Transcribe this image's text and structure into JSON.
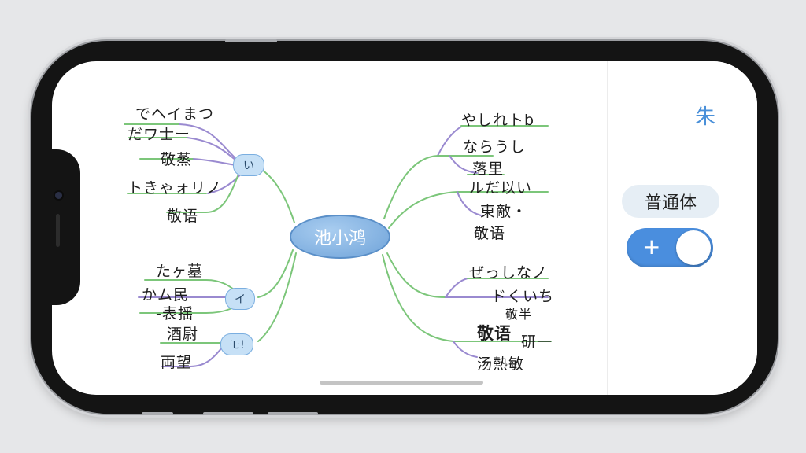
{
  "center_node": "池小鸿",
  "left_branches": {
    "group1": {
      "bubble": "い",
      "items": [
        "でヘイまつ",
        "だワ士ー",
        "敬蒸",
        "トきゃォリノ",
        "敬语"
      ]
    },
    "group2": {
      "bubble": "イ",
      "items": [
        "たヶ墓",
        "かム民",
        "-表揺"
      ]
    },
    "group3": {
      "bubble": "モ!",
      "items": [
        "酒尉",
        "両望"
      ]
    }
  },
  "right_branches": {
    "group1": {
      "items": [
        "やしれトb",
        "ならうし",
        "落里",
        "ルだ以い",
        "東敵・",
        "敬语"
      ]
    },
    "group2": {
      "items": [
        "ぜっしなノ",
        "ドくいち",
        "敬半",
        "敬语",
        "研一",
        "汤熱敏"
      ]
    }
  },
  "side_panel": {
    "top_icon_glyph": "朱",
    "style_label": "普通体",
    "toggle_symbol": "+",
    "toggle_on": true
  },
  "colors": {
    "accent": "#4a8ede",
    "branch_green": "#7cc67a",
    "branch_purple": "#9a8ad0"
  }
}
